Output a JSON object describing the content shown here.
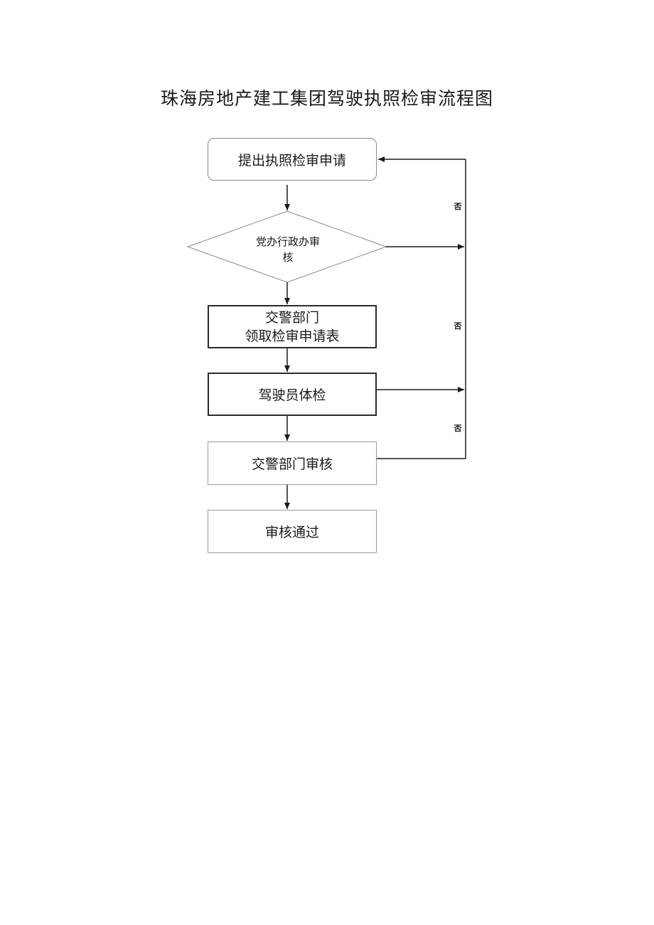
{
  "title": "珠海房地产建工集团驾驶执照检审流程图",
  "nodes": {
    "apply": "提出执照检审申请",
    "party_office_review": {
      "line1": "党办行政办审",
      "line2": "核"
    },
    "traffic_dept_form": {
      "line1": "交警部门",
      "line2": "领取检审申请表"
    },
    "driver_medical_exam": "驾驶员体检",
    "traffic_dept_review": "交警部门审核",
    "review_passed": "审核通过"
  },
  "branch_labels": {
    "no_1": "否",
    "no_2": "否",
    "no_3": "否"
  },
  "colors": {
    "line": "#1a1a1a",
    "bold_border": "#2b2b2b",
    "thin_border": "#9a9a9a"
  }
}
